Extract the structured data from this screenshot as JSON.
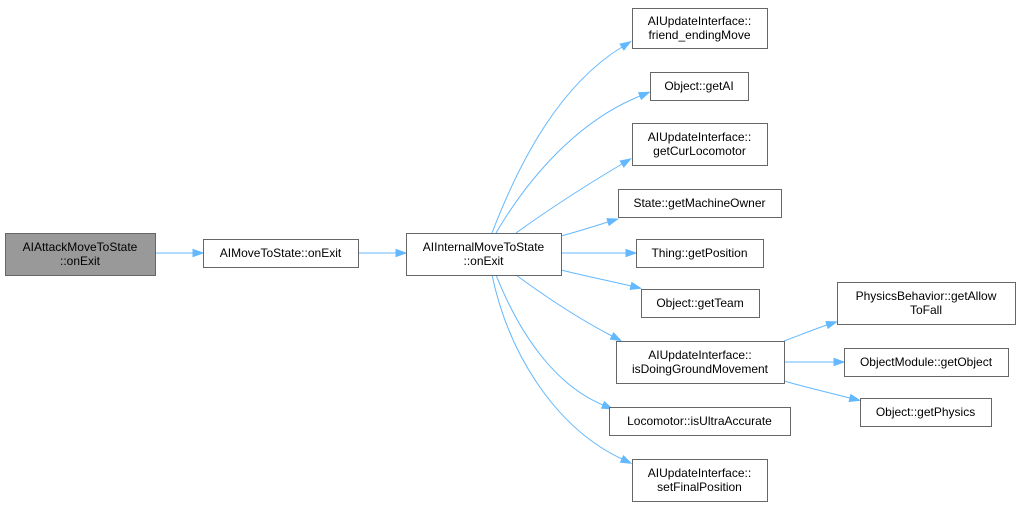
{
  "diagram": {
    "nodes": [
      {
        "id": "n0",
        "lines": [
          "AIAttackMoveToState",
          "::onExit"
        ],
        "current": true
      },
      {
        "id": "n1",
        "lines": [
          "AIMoveToState::onExit"
        ]
      },
      {
        "id": "n2",
        "lines": [
          "AIInternalMoveToState",
          "::onExit"
        ]
      },
      {
        "id": "n3",
        "lines": [
          "AIUpdateInterface::",
          "friend_endingMove"
        ]
      },
      {
        "id": "n4",
        "lines": [
          "Object::getAI"
        ]
      },
      {
        "id": "n5",
        "lines": [
          "AIUpdateInterface::",
          "getCurLocomotor"
        ]
      },
      {
        "id": "n6",
        "lines": [
          "State::getMachineOwner"
        ]
      },
      {
        "id": "n7",
        "lines": [
          "Thing::getPosition"
        ]
      },
      {
        "id": "n8",
        "lines": [
          "Object::getTeam"
        ]
      },
      {
        "id": "n9",
        "lines": [
          "AIUpdateInterface::",
          "isDoingGroundMovement"
        ]
      },
      {
        "id": "n10",
        "lines": [
          "Locomotor::isUltraAccurate"
        ]
      },
      {
        "id": "n11",
        "lines": [
          "AIUpdateInterface::",
          "setFinalPosition"
        ]
      },
      {
        "id": "n12",
        "lines": [
          "PhysicsBehavior::getAllow",
          "ToFall"
        ]
      },
      {
        "id": "n13",
        "lines": [
          "ObjectModule::getObject"
        ]
      },
      {
        "id": "n14",
        "lines": [
          "Object::getPhysics"
        ]
      }
    ],
    "edges": [
      {
        "from": "n0",
        "to": "n1"
      },
      {
        "from": "n1",
        "to": "n2"
      },
      {
        "from": "n2",
        "to": "n3"
      },
      {
        "from": "n2",
        "to": "n4"
      },
      {
        "from": "n2",
        "to": "n5"
      },
      {
        "from": "n2",
        "to": "n6"
      },
      {
        "from": "n2",
        "to": "n7"
      },
      {
        "from": "n2",
        "to": "n8"
      },
      {
        "from": "n2",
        "to": "n9"
      },
      {
        "from": "n2",
        "to": "n10"
      },
      {
        "from": "n2",
        "to": "n11"
      },
      {
        "from": "n9",
        "to": "n12"
      },
      {
        "from": "n9",
        "to": "n13"
      },
      {
        "from": "n9",
        "to": "n14"
      }
    ],
    "colors": {
      "edge": "#63b8ff",
      "node_border": "#666666",
      "node_fill": "#ffffff",
      "current_node_fill": "#999999"
    }
  }
}
